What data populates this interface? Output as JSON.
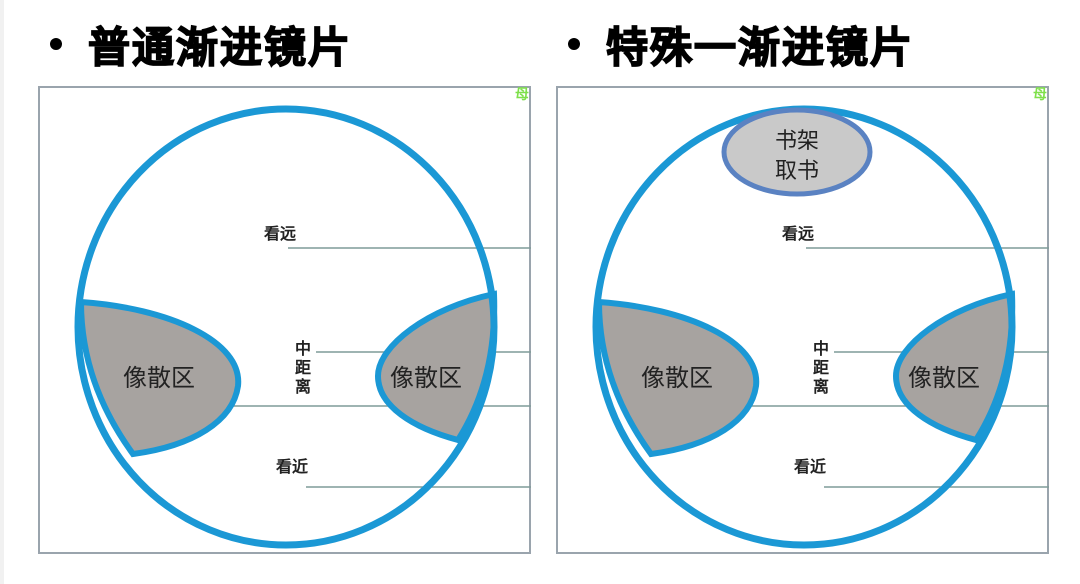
{
  "colors": {
    "lens_outline": "#1b98d5",
    "astigmatism_fill": "#a7a3a0",
    "shelf_fill": "#c9c9c9",
    "shelf_outline": "#5a82c2",
    "guide_line": "#7f9c98",
    "panel_border": "#9aa4ad"
  },
  "panels": [
    {
      "title": "普通渐进镜片",
      "corner_mark": "母",
      "labels": {
        "far": "看远",
        "mid_1": "中",
        "mid_2": "距",
        "mid_3": "离",
        "near": "看近",
        "blur_left": "像散区",
        "blur_right": "像散区"
      }
    },
    {
      "title": "特殊一渐进镜片",
      "corner_mark": "母",
      "labels": {
        "top_zone_1": "书架",
        "top_zone_2": "取书",
        "far": "看远",
        "mid_1": "中",
        "mid_2": "距",
        "mid_3": "离",
        "near": "看近",
        "blur_left": "像散区",
        "blur_right": "像散区"
      }
    }
  ]
}
